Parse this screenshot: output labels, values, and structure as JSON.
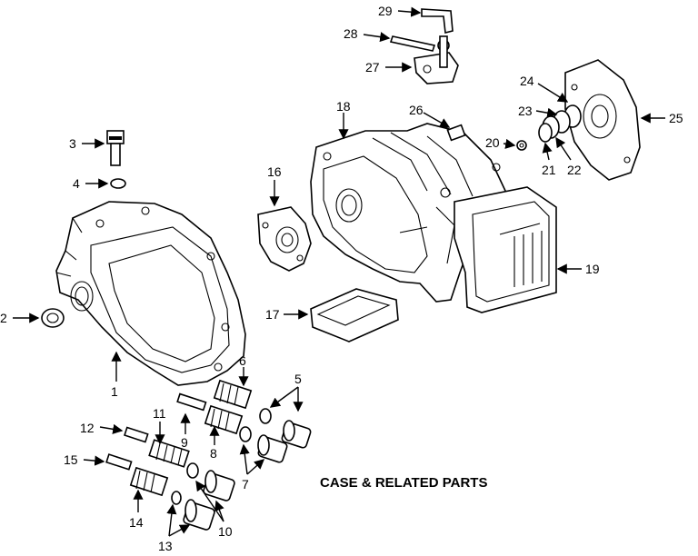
{
  "caption": "CASE & RELATED PARTS",
  "callouts": [
    "1",
    "2",
    "3",
    "4",
    "5",
    "6",
    "7",
    "8",
    "9",
    "10",
    "11",
    "12",
    "13",
    "14",
    "15",
    "16",
    "17",
    "18",
    "19",
    "20",
    "21",
    "22",
    "23",
    "24",
    "25",
    "26",
    "27",
    "28",
    "29"
  ]
}
